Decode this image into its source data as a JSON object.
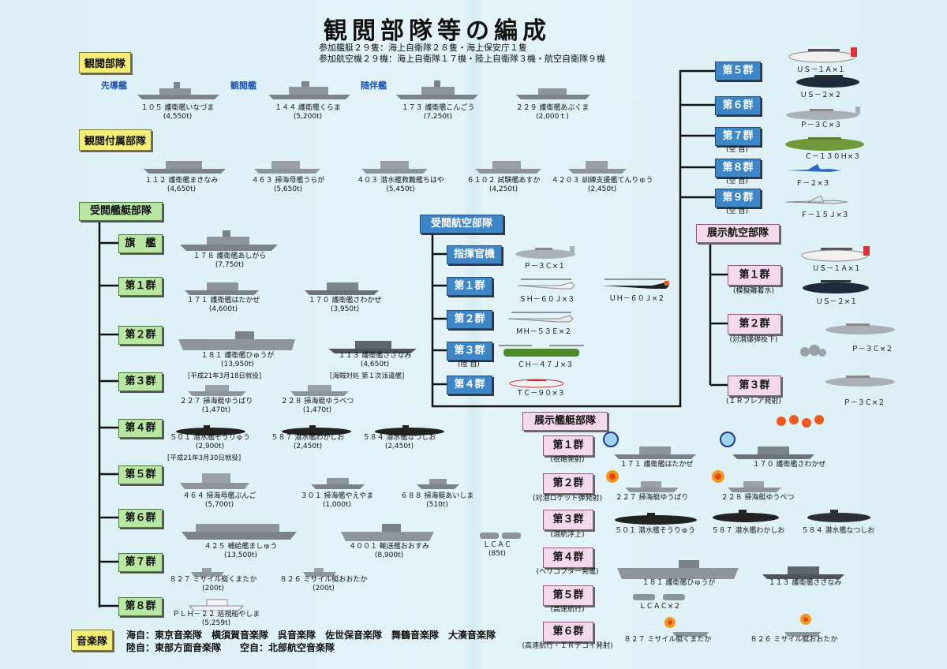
{
  "title": "観閲部隊等の編成",
  "summary": {
    "ships": "参加艦艇２９隻：海上自衛隊２８隻・海上保安庁１隻",
    "aircraft": "参加航空機２９機：海上自衛隊１７機・陸上自衛隊３機・航空自衛隊９機"
  },
  "review_force": {
    "label": "観閲部隊",
    "roles": [
      "先導艦",
      "観閲艦",
      "随伴艦"
    ],
    "ships": [
      {
        "name": "１０５ 護衛艦いなづま",
        "tonnage": "(4,550t)"
      },
      {
        "name": "１４４ 護衛艦くらま",
        "tonnage": "(5,200t)"
      },
      {
        "name": "１７３ 護衛艦こんごう",
        "tonnage": "(7,250t)"
      },
      {
        "name": "２２９ 護衛艦あぶくま",
        "tonnage": "(2,000ｔ)"
      }
    ]
  },
  "attached_force": {
    "label": "観閲付属部隊",
    "ships": [
      {
        "name": "１１２ 護衛艦まきなみ",
        "tonnage": "(4,650t)"
      },
      {
        "name": "４６３ 掃海母艦うらが",
        "tonnage": "(5,650t)"
      },
      {
        "name": "４０３ 潜水艦救難艦ちはや",
        "tonnage": "(5,450t)"
      },
      {
        "name": "６１０２ 試験艦あすか",
        "tonnage": "(4,250t)"
      },
      {
        "name": "４２０３ 訓練支援艦てんりゅう",
        "tonnage": "(2,450t)"
      }
    ]
  },
  "reviewed_ships": {
    "label": "受閲艦艇部隊",
    "groups": [
      {
        "label": "旗　艦",
        "ships": [
          {
            "name": "１７８ 護衛艦あしがら",
            "tonnage": "(7,750t)"
          }
        ]
      },
      {
        "label": "第１群",
        "ships": [
          {
            "name": "１７１ 護衛艦はたかぜ",
            "tonnage": "(4,600t)"
          },
          {
            "name": "１７０ 護衛艦さわかぜ",
            "tonnage": "(3,950t)"
          }
        ]
      },
      {
        "label": "第２群",
        "ships": [
          {
            "name": "１８１ 護衛艦ひゅうが",
            "tonnage": "(13,950t)"
          },
          {
            "name": "１１３ 護衛艦さざなみ",
            "tonnage": "(4,650t)"
          }
        ],
        "notes": [
          "[平成21年3月18日就役]",
          "[海賊対処 第１次派遣艦]"
        ]
      },
      {
        "label": "第３群",
        "ships": [
          {
            "name": "２２７ 掃海艇ゆうばり",
            "tonnage": "(1,470t)"
          },
          {
            "name": "２２８ 掃海艇ゆうべつ",
            "tonnage": "(1,470t)"
          }
        ]
      },
      {
        "label": "第４群",
        "ships": [
          {
            "name": "５０１ 潜水艦そうりゅう",
            "tonnage": "(2,900t)"
          },
          {
            "name": "５８７ 潜水艦わかしお",
            "tonnage": "(2,450t)"
          },
          {
            "name": "５８４ 潜水艦なつしお",
            "tonnage": "(2,450t)"
          }
        ],
        "notes": [
          "[平成21年3月30日就役]"
        ]
      },
      {
        "label": "第５群",
        "ships": [
          {
            "name": "４６４ 掃海母艦ぶんご",
            "tonnage": "(5,700t)"
          },
          {
            "name": "３０１ 掃海艦やえやま",
            "tonnage": "(1,000t)"
          },
          {
            "name": "６８８ 掃海艇あいしま",
            "tonnage": "(510t)"
          }
        ]
      },
      {
        "label": "第６群",
        "ships": [
          {
            "name": "４２５ 補給艦ましゅう",
            "tonnage": "(13,500t)"
          },
          {
            "name": "４００１ 輸送艦おおすみ",
            "tonnage": "(8,900t)"
          },
          {
            "name": "ＬＣＡＣ",
            "tonnage": "(85t)"
          }
        ]
      },
      {
        "label": "第７群",
        "ships": [
          {
            "name": "８２７ ミサイル艇くまたか",
            "tonnage": "(200t)"
          },
          {
            "name": "８２６ ミサイル艇おおたか",
            "tonnage": "(200t)"
          }
        ]
      },
      {
        "label": "第８群",
        "ships": [
          {
            "name": "ＰＬＨ－２２ 巡視船やしま",
            "tonnage": "(5,259t)"
          }
        ]
      }
    ]
  },
  "reviewed_aircraft": {
    "label": "受閲航空部隊",
    "groups": [
      {
        "label": "指揮官機",
        "aircraft": [
          "Ｐ－３Ｃ×１"
        ]
      },
      {
        "label": "第１群",
        "aircraft": [
          "ＳＨ－６０Ｊ×３",
          "ＵＨ－６０Ｊ×２"
        ]
      },
      {
        "label": "第２群",
        "aircraft": [
          "ＭＨ－５３Ｅ×２"
        ]
      },
      {
        "label": "第３群",
        "sub": "(陸 自)",
        "aircraft": [
          "ＣＨ－４７Ｊ×３"
        ]
      },
      {
        "label": "第４群",
        "aircraft": [
          "ＴＣ－９０×３"
        ]
      }
    ],
    "right_groups": [
      {
        "label": "第５群",
        "sub": "",
        "aircraft": [
          "ＵＳ－１Ａ×１",
          "ＵＳ－２×２"
        ]
      },
      {
        "label": "第６群",
        "sub": "",
        "aircraft": [
          "Ｐ－３Ｃ×３"
        ]
      },
      {
        "label": "第７群",
        "sub": "(空 自)",
        "aircraft": [
          "Ｃ－１３０Ｈ×３"
        ]
      },
      {
        "label": "第８群",
        "sub": "(空 自)",
        "aircraft": [
          "Ｆ－２×３"
        ]
      },
      {
        "label": "第９群",
        "sub": "(空 自)",
        "aircraft": [
          "Ｆ－１５Ｊ×３"
        ]
      }
    ]
  },
  "demo_aircraft": {
    "label": "展示航空部隊",
    "groups": [
      {
        "label": "第１群",
        "sub": "(模擬離着水)",
        "aircraft": [
          "ＵＳ－１Ａ×１",
          "ＵＳ－２×１"
        ]
      },
      {
        "label": "第２群",
        "sub": "(対潜爆弾投下)",
        "aircraft": [
          "Ｐ－３Ｃ×２"
        ]
      },
      {
        "label": "第３群",
        "sub": "(ＩＲフレア発射)",
        "aircraft": [
          "Ｐ－３Ｃ×２"
        ]
      }
    ]
  },
  "demo_ships": {
    "label": "展示艦艇部隊",
    "groups": [
      {
        "label": "第１群",
        "sub": "(祝砲発射)",
        "items": [
          "１７１ 護衛艦はたかぜ",
          "１７０ 護衛艦さわかぜ"
        ]
      },
      {
        "label": "第２群",
        "sub": "(対潜ロケット弾発射)",
        "items": [
          "２２７ 掃海艇ゆうばり",
          "２２８ 掃海艇ゆうべつ"
        ]
      },
      {
        "label": "第３群",
        "sub": "(潜航浮上)",
        "items": [
          "５０１ 潜水艦そうりゅう",
          "５８７ 潜水艦わかしお",
          "５８４ 潜水艦なつしお"
        ]
      },
      {
        "label": "第４群",
        "sub": "(ヘリコプター発艦)",
        "items": [
          "１８１ 護衛艦ひゅうが",
          "１１３ 護衛艦さざなみ"
        ]
      },
      {
        "label": "第５群",
        "sub": "(高速航行)",
        "items": [
          "ＬＣＡＣ×２"
        ]
      },
      {
        "label": "第６群",
        "sub": "(高速航行・ＩＲデコイ発射)",
        "items": [
          "８２７ ミサイル艇くまたか",
          "８２６ ミサイル艇おおたか"
        ]
      }
    ]
  },
  "band": {
    "label": "音楽隊",
    "line1": "海自：東京音楽隊　横須賀音楽隊　呉音楽隊　佐世保音楽隊　舞鶴音楽隊　大湊音楽隊",
    "line2": "陸自：東部方面音楽隊　　空自：北部航空音楽隊"
  },
  "colors": {
    "yellow_box": "#f4ee76",
    "green_box": "#b7e7a2",
    "blue_box": "#3d86c8",
    "pink_box": "#f4d8ec",
    "ship_gray": "#8a9096",
    "background": "#dff1f6"
  }
}
